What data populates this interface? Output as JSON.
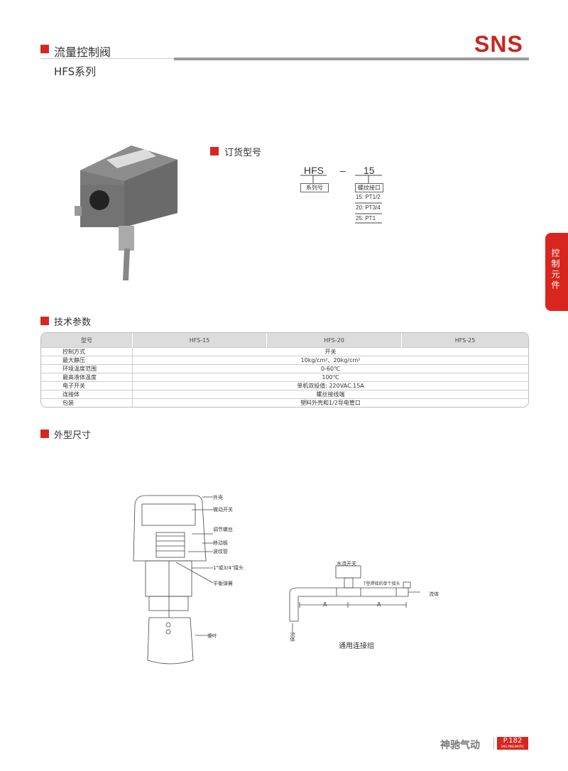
{
  "header": {
    "title": "流量控制阀",
    "series": "HFS系列",
    "brand": "SNS"
  },
  "side_tab": {
    "label": "控制元件"
  },
  "ordering": {
    "title": "订货型号",
    "series_code": "HFS",
    "dash": "–",
    "size_code": "15",
    "series_label": "系列号",
    "thread_label": "螺纹接口",
    "thread_options": [
      "15: PT1/2",
      "20: PT3/4",
      "25: PT1"
    ]
  },
  "specs": {
    "title": "技术参数",
    "headers": [
      "型号",
      "HFS-15",
      "HFS-20",
      "HFS-25"
    ],
    "rows": [
      {
        "label": "控制方式",
        "value": "开关"
      },
      {
        "label": "最大静压",
        "value": "10kg/cm²、20kg/cm²"
      },
      {
        "label": "环境温度范围",
        "value": "0-60℃"
      },
      {
        "label": "最高液体温度",
        "value": "100℃"
      },
      {
        "label": "电子开关",
        "value": "单机双投值: 220VAC,15A"
      },
      {
        "label": "连接体",
        "value": "螺丝接线端"
      },
      {
        "label": "包装",
        "value": "塑料外壳和1/2导电管口"
      }
    ]
  },
  "dimensions": {
    "title": "外型尺寸",
    "part_labels": [
      "外壳",
      "微动开关",
      "调节螺丝",
      "移动板",
      "波纹管",
      "1\"或3/4\"接头",
      "平衡弹簧",
      "浆叶"
    ],
    "assembly": {
      "switch": "水流开关",
      "tee": "T型焊接的单个接头",
      "fluid_out": "流体",
      "fluid_in": "流体",
      "dim_a1": "A",
      "dim_a2": "A",
      "caption": "通用连接组"
    }
  },
  "footer": {
    "company": "神驰气动",
    "page": "P.182",
    "sub": "SNS PNEUMATIC"
  },
  "colors": {
    "accent": "#d8261f"
  }
}
